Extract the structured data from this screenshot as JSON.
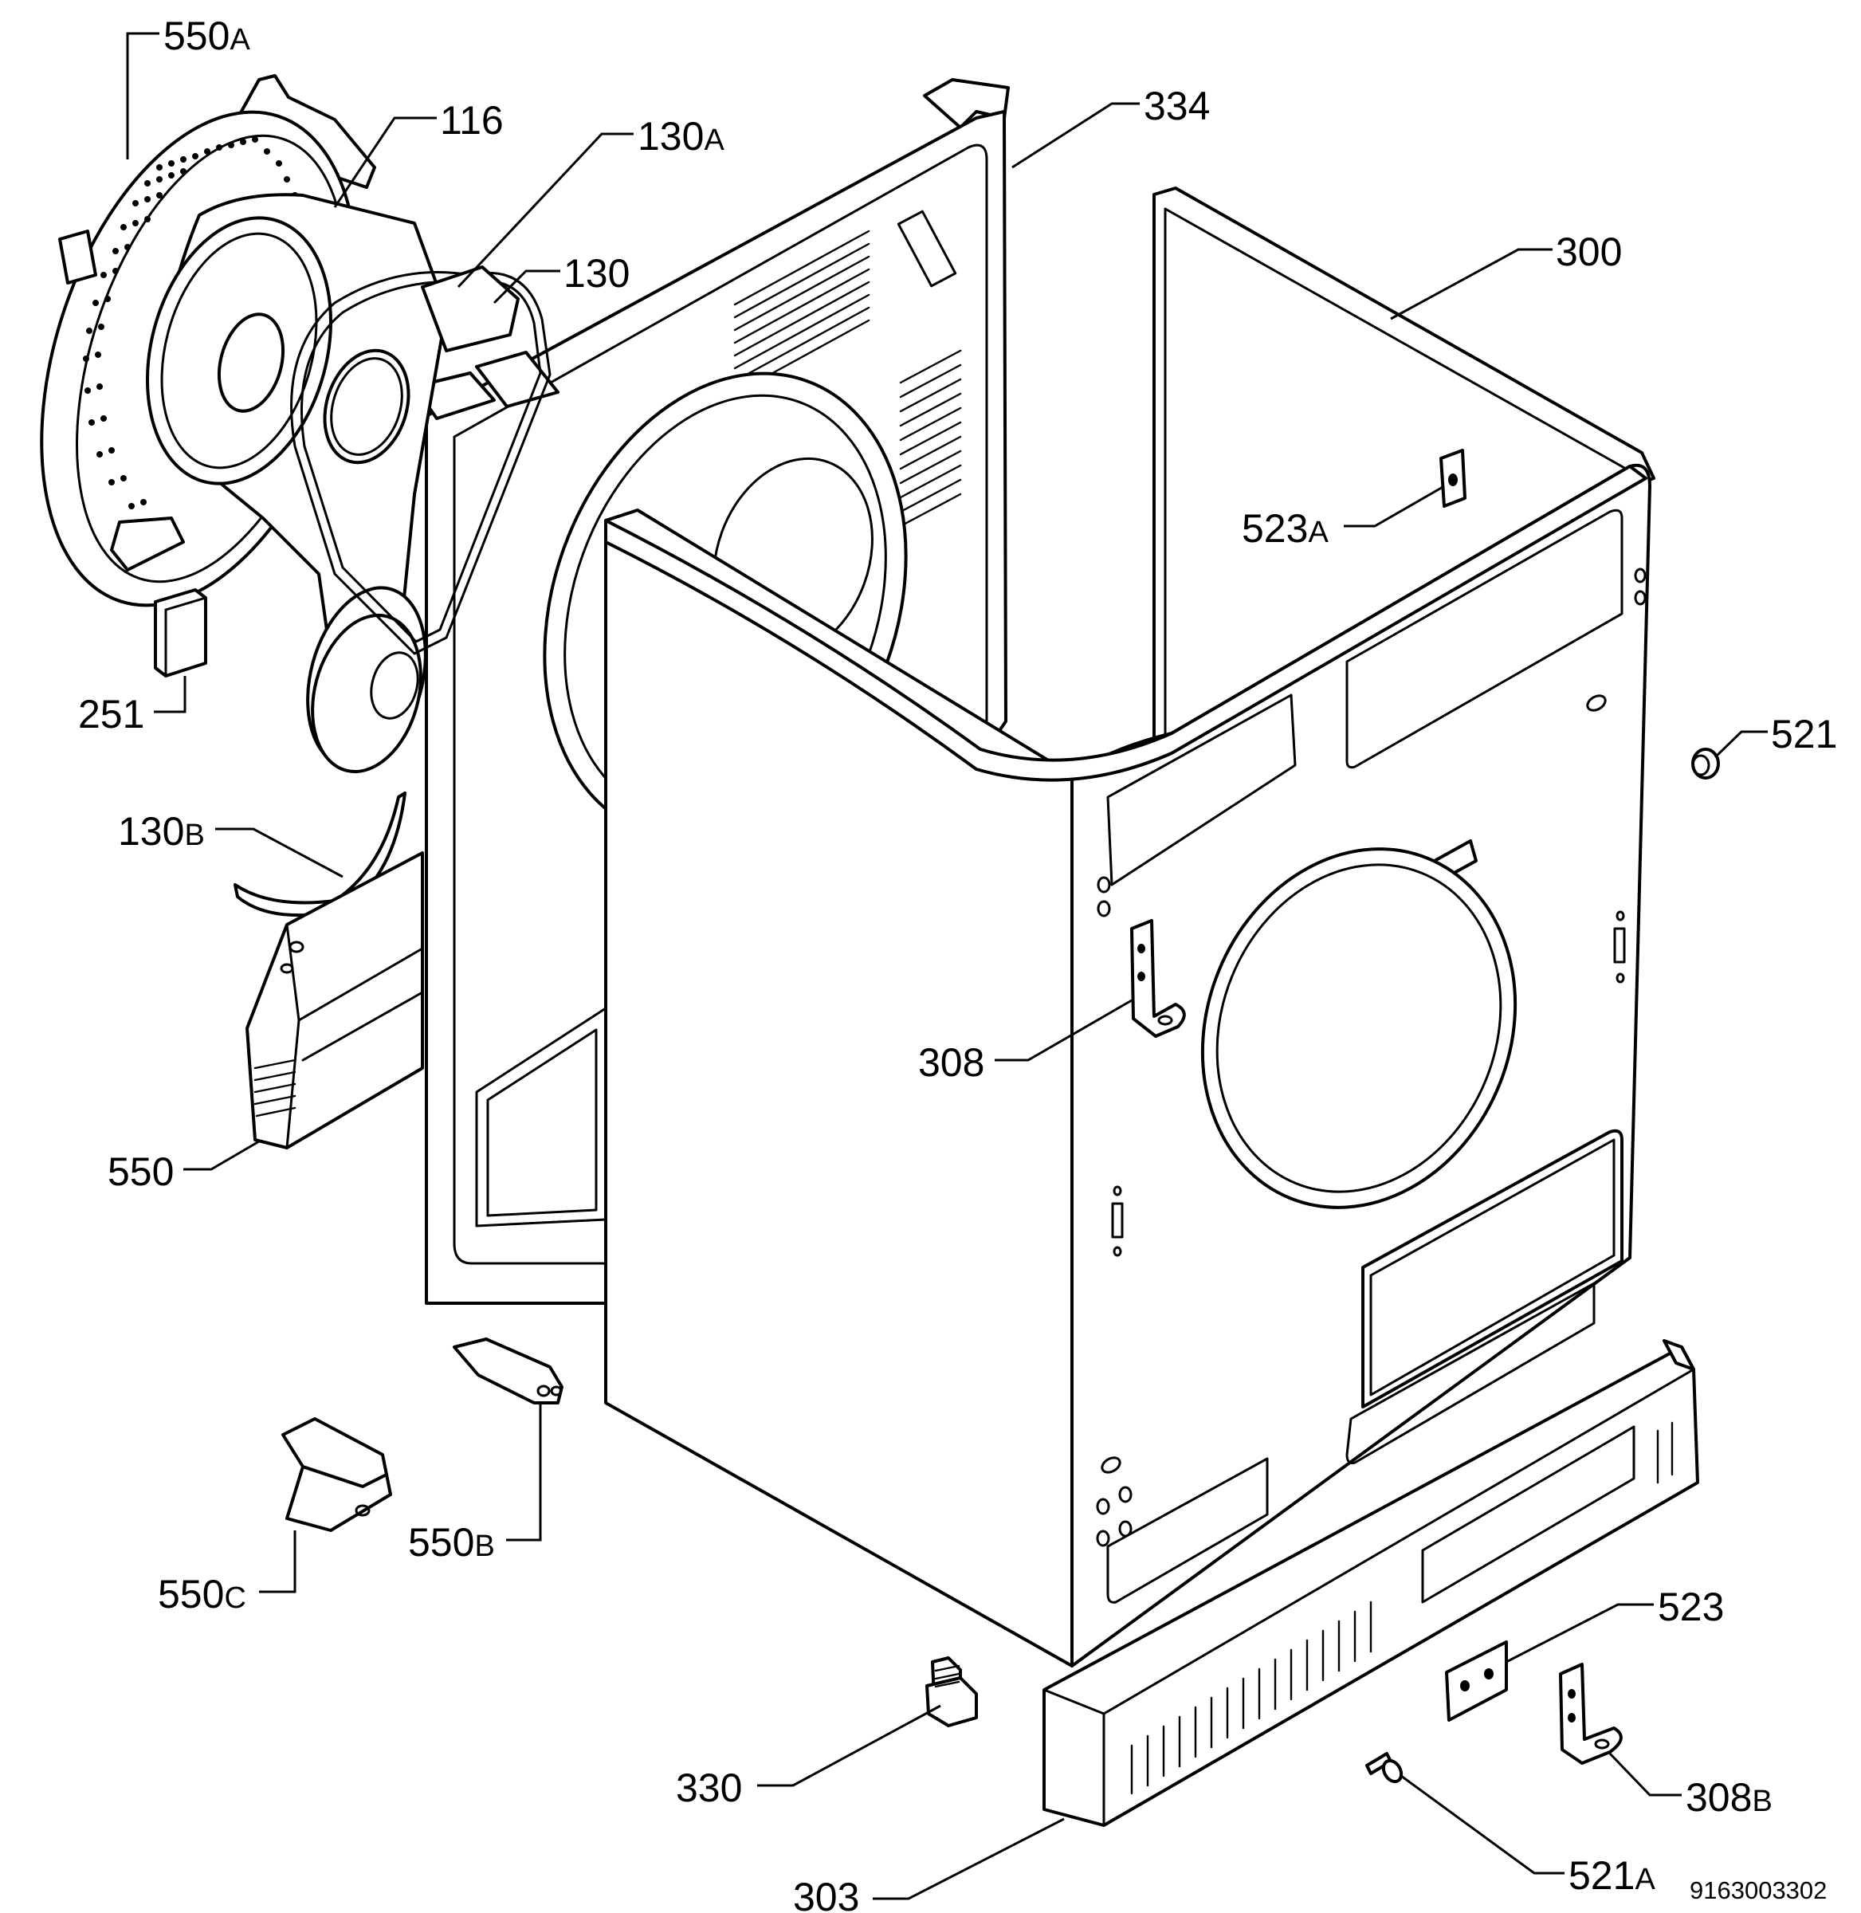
{
  "diagram": {
    "drawing_number": "9163003302",
    "callouts": [
      {
        "id": "550a",
        "number": "550",
        "suffix": "A"
      },
      {
        "id": "116",
        "number": "116",
        "suffix": ""
      },
      {
        "id": "130a",
        "number": "130",
        "suffix": "A"
      },
      {
        "id": "130",
        "number": "130",
        "suffix": ""
      },
      {
        "id": "334",
        "number": "334",
        "suffix": ""
      },
      {
        "id": "300",
        "number": "300",
        "suffix": ""
      },
      {
        "id": "523a",
        "number": "523",
        "suffix": "A"
      },
      {
        "id": "251",
        "number": "251",
        "suffix": ""
      },
      {
        "id": "521",
        "number": "521",
        "suffix": ""
      },
      {
        "id": "130b",
        "number": "130",
        "suffix": "B"
      },
      {
        "id": "308",
        "number": "308",
        "suffix": ""
      },
      {
        "id": "550",
        "number": "550",
        "suffix": ""
      },
      {
        "id": "550b",
        "number": "550",
        "suffix": "B"
      },
      {
        "id": "550c",
        "number": "550",
        "suffix": "C"
      },
      {
        "id": "523",
        "number": "523",
        "suffix": ""
      },
      {
        "id": "330",
        "number": "330",
        "suffix": ""
      },
      {
        "id": "308b",
        "number": "308",
        "suffix": "B"
      },
      {
        "id": "521a",
        "number": "521",
        "suffix": "A"
      },
      {
        "id": "303",
        "number": "303",
        "suffix": ""
      }
    ]
  }
}
